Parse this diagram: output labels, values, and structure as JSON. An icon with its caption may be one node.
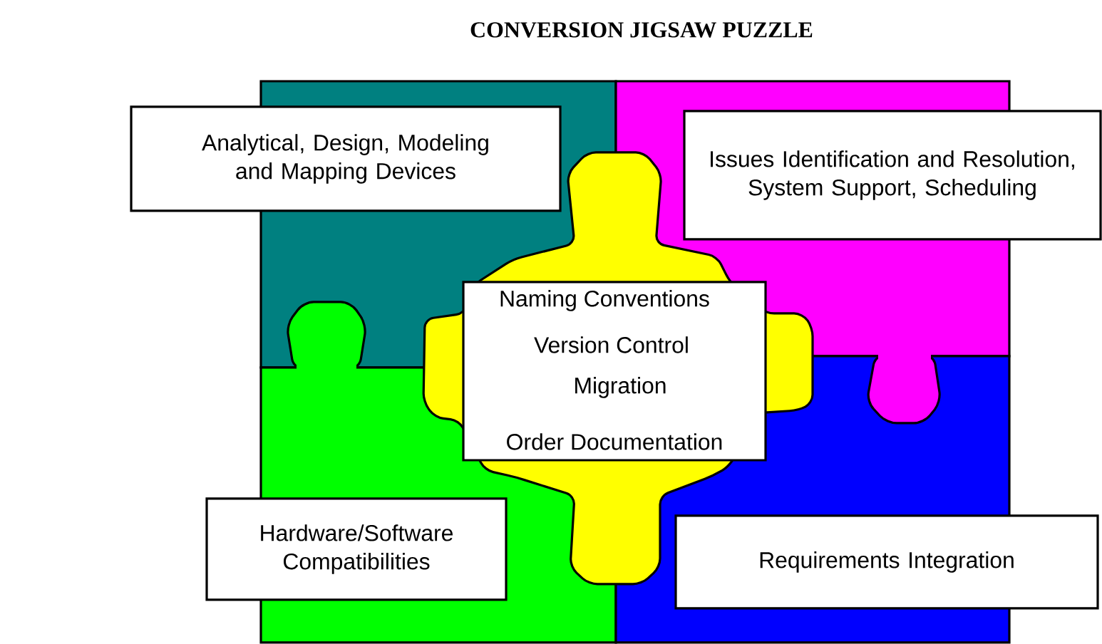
{
  "diagram": {
    "title": "CONVERSION JIGSAW PUZZLE",
    "nodes": [
      {
        "text": [
          "Analytical, Design, Modeling and Mapping Devices"
        ]
      },
      {
        "text": [
          "Issues Identification and Resolution, System Support, Scheduling"
        ]
      },
      {
        "text": [
          "Naming Conventions",
          "Version Control",
          "Migration",
          "Order Documentation"
        ]
      },
      {
        "text": [
          "Hardware/Software Compatibilities"
        ]
      },
      {
        "text": [
          "Requirements Integration"
        ]
      }
    ]
  }
}
